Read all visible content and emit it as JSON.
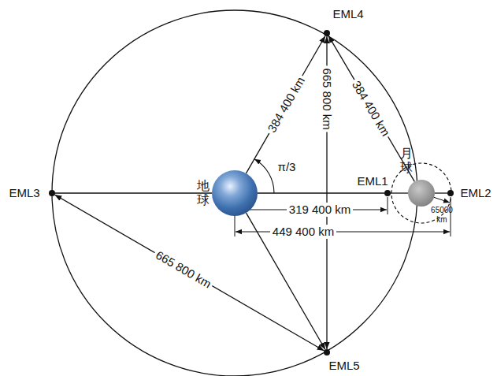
{
  "diagram": {
    "nodes": [
      {
        "text": [
          "地球"
        ]
      },
      {
        "text": [
          "月球"
        ]
      },
      {
        "text": [
          "EML1"
        ]
      },
      {
        "text": [
          "EML2"
        ]
      },
      {
        "text": [
          "EML3"
        ]
      },
      {
        "text": [
          "EML4"
        ]
      },
      {
        "text": [
          "EML5"
        ]
      }
    ],
    "edges": [
      {
        "from": 4,
        "to": 0,
        "arrow": "none"
      },
      {
        "from": 0,
        "to": 2,
        "arrow": "none"
      },
      {
        "from": 2,
        "to": 1,
        "arrow": "none"
      },
      {
        "from": 1,
        "to": 3,
        "arrow": "none"
      },
      {
        "from": 0,
        "to": 5,
        "label": "384 400 km",
        "arrow": "to"
      },
      {
        "from": 1,
        "to": 5,
        "label": "384 400 km",
        "arrow": "to"
      },
      {
        "from": 5,
        "to": 6,
        "label": "665 800 km",
        "arrow": "both"
      },
      {
        "from": 4,
        "to": 6,
        "label": "665 800 km",
        "arrow": "both"
      },
      {
        "from": 0,
        "to": 6,
        "arrow": "to"
      }
    ],
    "labels": [
      "π/3",
      "319 400 km",
      "449 400 km",
      "65000 km"
    ]
  }
}
